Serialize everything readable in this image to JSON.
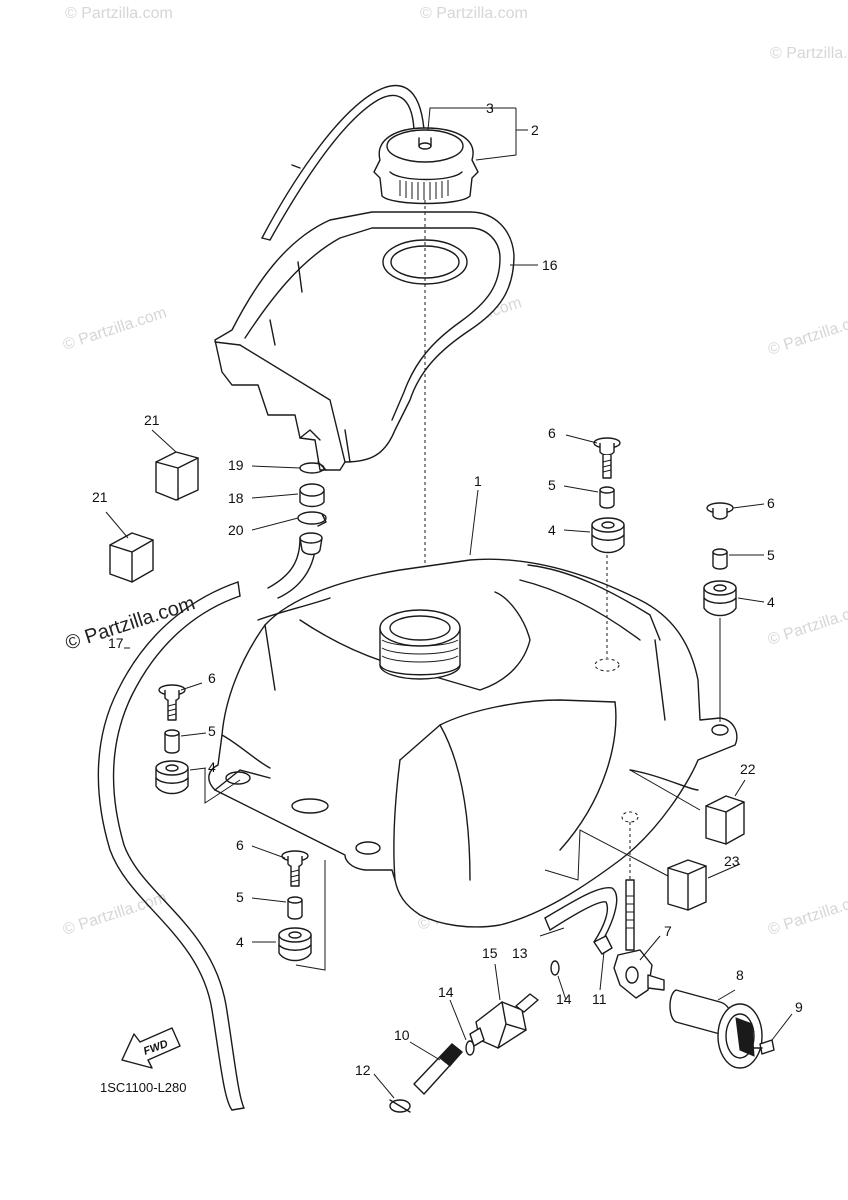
{
  "watermark": "© Partzilla.com",
  "diagram_code": "1SC1100-L280",
  "fwd_label": "FWD",
  "callouts": {
    "c1": "1",
    "c2": "2",
    "c3": "3",
    "c4a": "4",
    "c4b": "4",
    "c4c": "4",
    "c4d": "4",
    "c5a": "5",
    "c5b": "5",
    "c5c": "5",
    "c5d": "5",
    "c6a": "6",
    "c6b": "6",
    "c6c": "6",
    "c6d": "6",
    "c7": "7",
    "c8": "8",
    "c9": "9",
    "c10": "10",
    "c11": "11",
    "c12": "12",
    "c13": "13",
    "c14a": "14",
    "c14b": "14",
    "c15": "15",
    "c16": "16",
    "c17": "17",
    "c18": "18",
    "c19": "19",
    "c20": "20",
    "c21a": "21",
    "c21b": "21",
    "c22": "22",
    "c23": "23"
  }
}
